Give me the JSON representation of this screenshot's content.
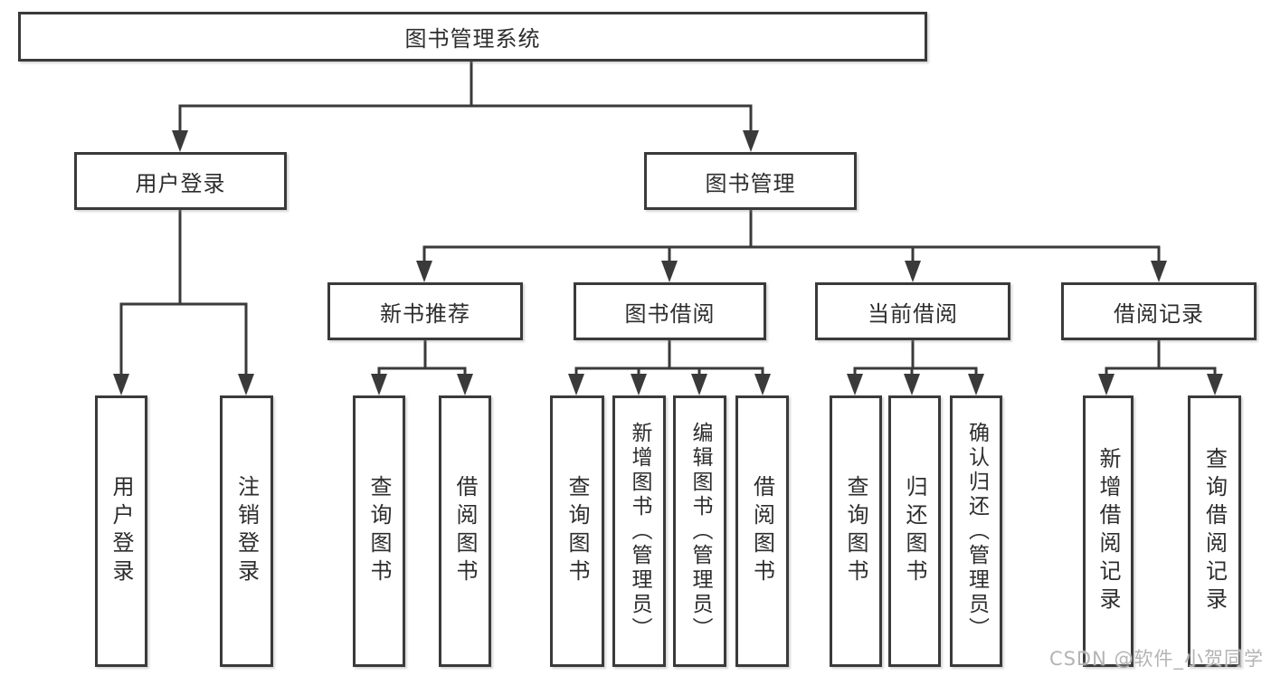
{
  "diagram": {
    "type": "tree",
    "root": {
      "label": "图书管理系统"
    },
    "level2": [
      {
        "label": "用户登录",
        "parent": "图书管理系统"
      },
      {
        "label": "图书管理",
        "parent": "图书管理系统"
      }
    ],
    "level3": [
      {
        "label": "新书推荐",
        "parent": "图书管理"
      },
      {
        "label": "图书借阅",
        "parent": "图书管理"
      },
      {
        "label": "当前借阅",
        "parent": "图书管理"
      },
      {
        "label": "借阅记录",
        "parent": "图书管理"
      }
    ],
    "leaves": [
      {
        "label": "用户登录",
        "parent": "用户登录"
      },
      {
        "label": "注销登录",
        "parent": "用户登录"
      },
      {
        "label": "查询图书",
        "parent": "新书推荐"
      },
      {
        "label": "借阅图书",
        "parent": "新书推荐"
      },
      {
        "label": "查询图书",
        "parent": "图书借阅"
      },
      {
        "label": "新增图书（管理员）",
        "parent": "图书借阅"
      },
      {
        "label": "编辑图书（管理员）",
        "parent": "图书借阅"
      },
      {
        "label": "借阅图书",
        "parent": "图书借阅"
      },
      {
        "label": "查询图书",
        "parent": "当前借阅"
      },
      {
        "label": "归还图书",
        "parent": "当前借阅"
      },
      {
        "label": "确认归还（管理员）",
        "parent": "当前借阅"
      },
      {
        "label": "新增借阅记录",
        "parent": "借阅记录"
      },
      {
        "label": "查询借阅记录",
        "parent": "借阅记录"
      }
    ],
    "watermark": "CSDN @软件_小贺同学",
    "colors": {
      "line": "#3a3a3a",
      "text": "#2d2d2d",
      "background": "#ffffff",
      "watermark": "#b4b4b4"
    }
  }
}
